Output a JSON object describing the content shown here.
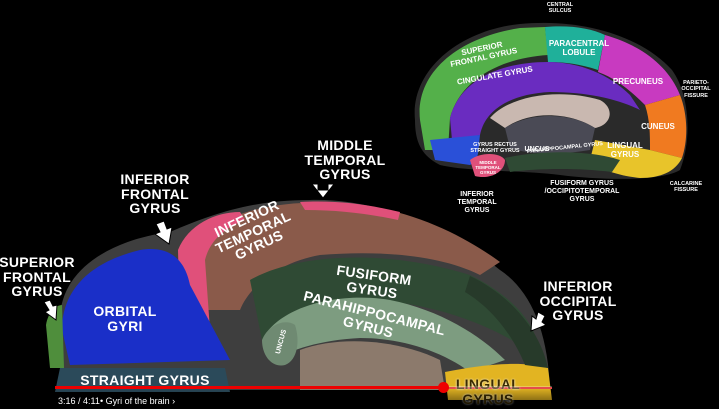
{
  "main_labels": {
    "middle_temporal": "MIDDLE\nTEMPORAL\nGYRUS",
    "inferior_frontal": "INFERIOR\nFRONTAL\nGYRUS",
    "superior_frontal": "SUPERIOR\nFRONTAL\nGYRUS",
    "orbital": "ORBITAL\nGYRI",
    "inferior_temporal": "INFERIOR\nTEMPORAL\nGYRUS",
    "fusiform": "FUSIFORM\nGYRUS",
    "parahippocampal": "PARAHIPPOCAMPAL\nGYRUS",
    "uncus": "UNCUS",
    "straight": "STRAIGHT GYRUS",
    "inferior_occipital": "INFERIOR\nOCCIPITAL\nGYRUS",
    "lingual": "LINGUAL\nGYRUS"
  },
  "inset_labels": {
    "central_sulcus": "CENTRAL\nSULCUS",
    "superior_frontal": "SUPERIOR\nFRONTAL GYRUS",
    "paracentral": "PARACENTRAL\nLOBULE",
    "cingulate": "CINGULATE GYRUS",
    "precuneus": "PRECUNEUS",
    "parieto_occipital": "PARIETO-\nOCCIPITAL\nFISSURE",
    "cuneus": "CUNEUS",
    "lingual": "LINGUAL\nGYRUS",
    "gyrus_rectus": "GYRUS RECTUS\nSTRAIGHT GYRUS",
    "uncus": "UNCUS",
    "parahippocampal": "PARAHIPPOCAMPAL GYRUS",
    "middle_temporal": "MIDDLE\nTEMPORAL\nGYRUS",
    "inferior_temporal": "INFERIOR\nTEMPORAL\nGYRUS",
    "fusiform_occipitotemporal": "FUSIFORM GYRUS\n/OCCIPITOTEMPORAL\nGYRUS",
    "calcarine": "CALCARINE\nFISSURE"
  },
  "player": {
    "time": "3:16 / 4:11",
    "chapter": "• Gyri of the brain  ›",
    "progress_fraction": 0.78,
    "accent": "#ee0000"
  },
  "colors": {
    "orbital": "#1a2fc8",
    "inferior_temporal": "#8a5a4a",
    "fusiform": "#2f4a34",
    "parahippocampal": "#7d9c80",
    "pink": "#e0507a",
    "straight": "#2b4a5a",
    "lingual": "#e2b422",
    "inset_superior_frontal": "#54b04a",
    "inset_paracentral": "#1fb09a",
    "inset_cingulate": "#6a2cc0",
    "inset_precuneus": "#c83ac0",
    "inset_cuneus": "#f07a20",
    "inset_lingual": "#e8c42a"
  }
}
